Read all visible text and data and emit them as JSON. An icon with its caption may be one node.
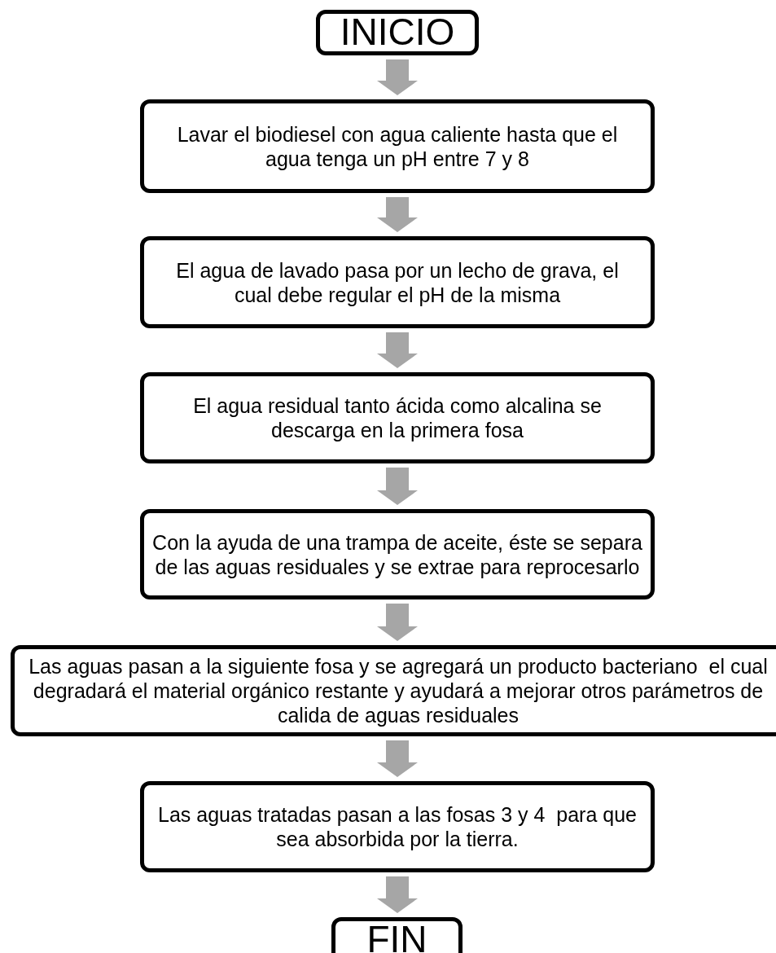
{
  "diagram": {
    "nodes": [
      {
        "text": [
          "INICIO"
        ]
      },
      {
        "text": [
          "Lavar el biodiesel con agua caliente hasta que el agua tenga un pH entre 7 y 8"
        ]
      },
      {
        "text": [
          "El agua de lavado pasa por un lecho de grava, el cual debe regular el pH de la misma"
        ]
      },
      {
        "text": [
          "El agua residual tanto ácida como alcalina se descarga en la primera fosa"
        ]
      },
      {
        "text": [
          "Con la ayuda de una trampa de aceite, éste se separa de las aguas residuales y se extrae para reprocesarlo"
        ]
      },
      {
        "text": [
          "Las aguas pasan a la siguiente fosa y se agregará un producto bacteriano  el cual degradará el material orgánico restante y ayudará a mejorar otros parámetros de calida de aguas residuales"
        ]
      },
      {
        "text": [
          "Las aguas tratadas pasan a las fosas 3 y 4  para que sea absorbida por la tierra."
        ]
      },
      {
        "text": [
          "FIN"
        ]
      }
    ],
    "edges": [
      {
        "from": 0,
        "to": 1,
        "arrow": "to"
      },
      {
        "from": 1,
        "to": 2,
        "arrow": "to"
      },
      {
        "from": 2,
        "to": 3,
        "arrow": "to"
      },
      {
        "from": 3,
        "to": 4,
        "arrow": "to"
      },
      {
        "from": 4,
        "to": 5,
        "arrow": "to"
      },
      {
        "from": 5,
        "to": 6,
        "arrow": "to"
      },
      {
        "from": 6,
        "to": 7,
        "arrow": "to"
      }
    ]
  }
}
